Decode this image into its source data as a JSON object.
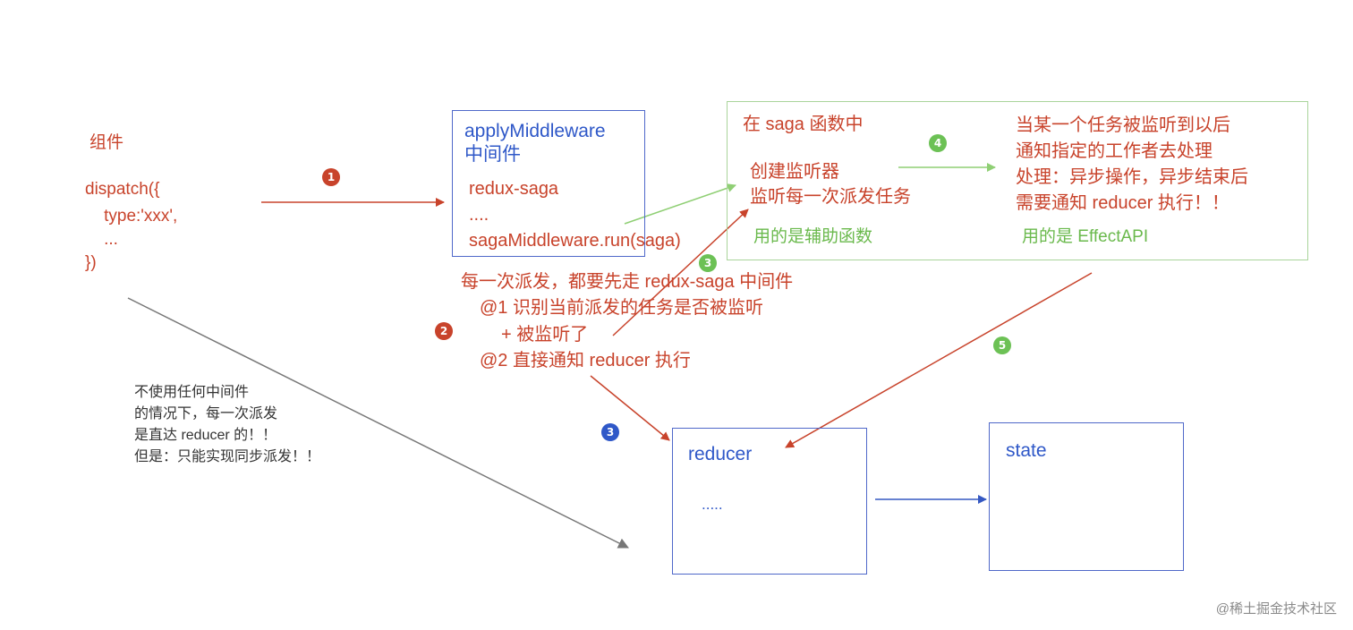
{
  "component": {
    "title": "组件",
    "code_lines": [
      "dispatch({",
      "    type:'xxx',",
      "    ...",
      "})"
    ]
  },
  "middleware_box": {
    "title_lines": [
      "applyMiddleware",
      "中间件"
    ],
    "lines": [
      "redux-saga",
      "....",
      "sagaMiddleware.run(saga)"
    ]
  },
  "saga_box": {
    "title": "在 saga 函数中",
    "left_lines": [
      "创建监听器",
      "监听每一次派发任务"
    ],
    "left_note": "用的是辅助函数",
    "right_lines": [
      "当某一个任务被监听到以后",
      "通知指定的工作者去处理",
      "处理：异步操作，异步结束后",
      "需要通知 reducer 执行！！"
    ],
    "right_note": "用的是 EffectAPI"
  },
  "middle_note": {
    "lines": [
      "每一次派发，都要先走 redux-saga 中间件",
      "@1 识别当前派发的任务是否被监听",
      "+ 被监听了",
      "@2 直接通知 reducer 执行"
    ]
  },
  "no_middleware_note": {
    "lines": [
      "不使用任何中间件",
      "的情况下，每一次派发",
      "是直达 reducer 的！！",
      "但是：只能实现同步派发！！"
    ]
  },
  "reducer_box": {
    "title": "reducer",
    "body": "....."
  },
  "state_box": {
    "title": "state"
  },
  "badges": {
    "b1": "1",
    "b2": "2",
    "b3_green": "3",
    "b3_blue": "3",
    "b4": "4",
    "b5": "5"
  },
  "watermark": "@稀土掘金技术社区",
  "colors": {
    "red": "#c8432b",
    "blue": "#2f58c8",
    "green": "#6ab94c",
    "gray": "#666666"
  }
}
